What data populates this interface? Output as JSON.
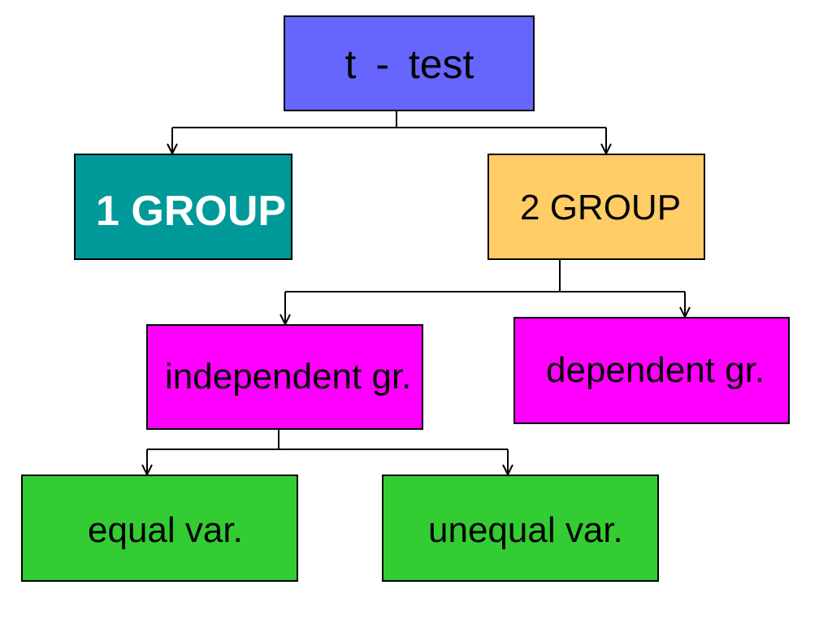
{
  "diagram": {
    "root": {
      "label": "t - test",
      "color": "#6666ff"
    },
    "one_group": {
      "label": "1 GROUP",
      "color": "#009999"
    },
    "two_group": {
      "label": "2 GROUP",
      "color": "#ffcc66"
    },
    "independent": {
      "label": "independent gr.",
      "color": "#ff00ff"
    },
    "dependent": {
      "label": "dependent gr.",
      "color": "#ff00ff"
    },
    "equal_var": {
      "label": "equal var.",
      "color": "#33cc33"
    },
    "unequal_var": {
      "label": "unequal var.",
      "color": "#33cc33"
    }
  }
}
